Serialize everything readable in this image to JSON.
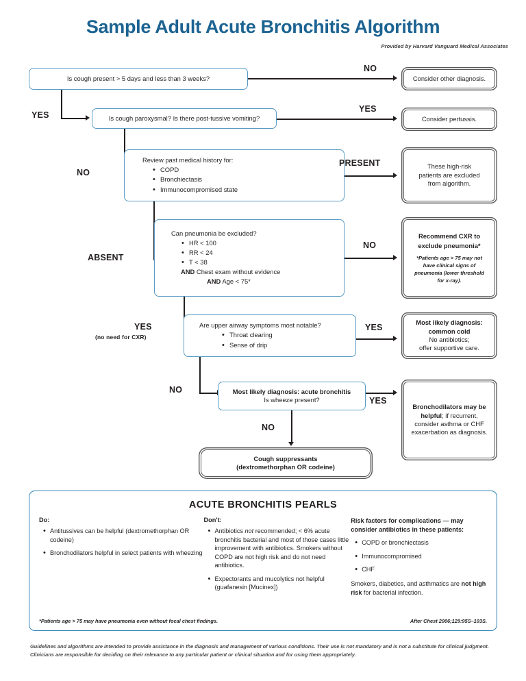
{
  "header": {
    "title": "Sample Adult Acute Bronchitis Algorithm",
    "subtitle": "Provided by Harvard Vanguard Medical Associates",
    "title_color": "#1c6392"
  },
  "flow": {
    "nodes": {
      "q1": {
        "text": "Is cough present > 5 days and less than 3 weeks?"
      },
      "q2": {
        "text": "Is cough paroxysmal? Is there post-tussive vomiting?"
      },
      "q3": {
        "heading": "Review past medical history for:",
        "items": [
          "COPD",
          "Bronchiectasis",
          "Immunocompromised state"
        ]
      },
      "q4": {
        "heading": "Can pneumonia be excluded?",
        "items": [
          "HR < 100",
          "RR < 24",
          "T < 38"
        ],
        "and1_bold": "AND",
        "and1_rest": " Chest exam without evidence",
        "and2_bold": "AND",
        "and2_rest": " Age < 75*"
      },
      "q5": {
        "heading": "Are upper airway symptoms most notable?",
        "items": [
          "Throat clearing",
          "Sense of drip"
        ]
      },
      "q6": {
        "line1": "Most likely diagnosis: acute bronchitis",
        "line2": "Is wheeze present?"
      },
      "out1": {
        "text": "Consider other diagnosis."
      },
      "out2": {
        "text": "Consider pertussis."
      },
      "out3": {
        "line1": "These high-risk",
        "line2": "patients are excluded",
        "line3": "from algorithm."
      },
      "out4": {
        "line1": "Recommend CXR to",
        "line2": "exclude pneumonia*",
        "note": "*Patients age > 75 may not have clinical signs of pneumonia (lower threshold for x-ray)."
      },
      "out5": {
        "line1": "Most likely diagnosis:",
        "line2": "common cold",
        "line3": "No antibiotics;",
        "line4": "offer supportive care."
      },
      "out6": {
        "bold1": "Bronchodilators may be",
        "bold2": "helpful",
        "rest": "; if recurrent, consider asthma or CHF exacerbation as diagnosis."
      },
      "out7": {
        "line1": "Cough suppressants",
        "line2": "(dextromethorphan OR codeine)"
      }
    },
    "labels": {
      "no1": "NO",
      "yes1": "YES",
      "yes2": "YES",
      "no2": "NO",
      "present": "PRESENT",
      "absent": "ABSENT",
      "no3": "NO",
      "yes3": "YES",
      "yes3_sub": "(no need for CXR)",
      "yes4": "YES",
      "no4": "NO",
      "yes5": "YES",
      "no5": "NO"
    }
  },
  "pearls": {
    "title": "ACUTE BRONCHITIS PEARLS",
    "col1": {
      "heading": "Do:",
      "items": [
        "Antitussives can be helpful (dextromethorphan OR codeine)",
        "Bronchodilators helpful in select patients with wheezing"
      ]
    },
    "col2": {
      "heading": "Don't:",
      "item1_a": "Antibiotics ",
      "item1_b": "not",
      "item1_c": " recommended; < 6% acute bronchitis bacterial and most of those cases little improvement with antibiotics. Smokers without COPD are not high risk and do not need antibiotics.",
      "item2": "Expectorants and mucolytics not helpful (guafanesin [Mucinex])"
    },
    "col3": {
      "heading": "Risk factors for complications — may consider antibiotics in these patients:",
      "items": [
        "COPD or bronchiectasis",
        "Immunocompromised",
        "CHF"
      ],
      "note_a": "Smokers, diabetics, and asthmatics are ",
      "note_b": "not high risk",
      "note_c": " for bacterial infection."
    },
    "footnote_left": "*Patients age > 75 may have pneumonia even without focal chest findings.",
    "footnote_right": "After Chest 2006;129:95S–103S.",
    "border_color": "#2d82b5"
  },
  "disclaimer": {
    "line1": "Guidelines and algorithms are intended to provide assistance in the diagnosis and management of various conditions. Their use is not mandatory and is not a substitute for clinical judgment.",
    "line2": "Clinicians are responsible for deciding on their relevance to any particular patient or clinical situation and for using them appropriately."
  }
}
